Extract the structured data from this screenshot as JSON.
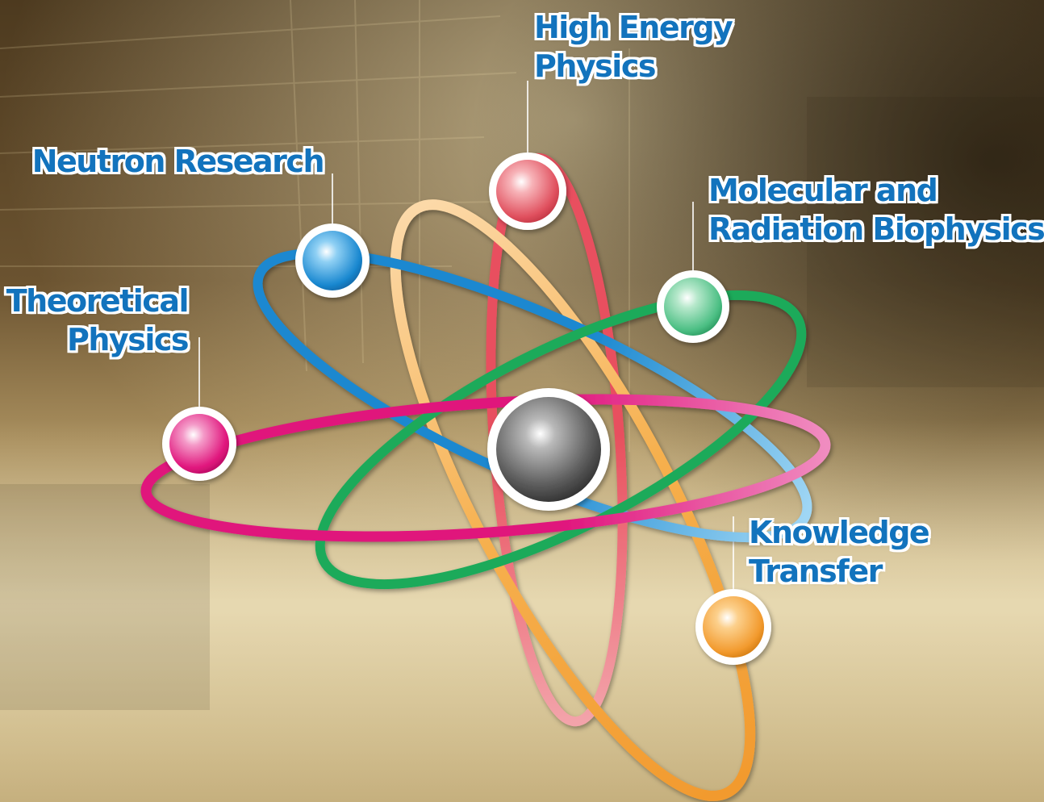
{
  "labels": {
    "high_energy": [
      "High Energy",
      "Physics"
    ],
    "neutron": [
      "Neutron Research"
    ],
    "molecular": [
      "Molecular and",
      "Radiation Biophysics"
    ],
    "theoretical": [
      "Theoretical",
      "Physics"
    ],
    "knowledge": [
      "Knowledge",
      "Transfer"
    ]
  },
  "colors": {
    "label_text": "#1273bd",
    "high_energy": "#e0505e",
    "neutron": "#1a88d0",
    "molecular": "#1faa5a",
    "theoretical": "#e0147c",
    "knowledge": "#f29a2e",
    "nucleus": "#6a6a6a"
  }
}
